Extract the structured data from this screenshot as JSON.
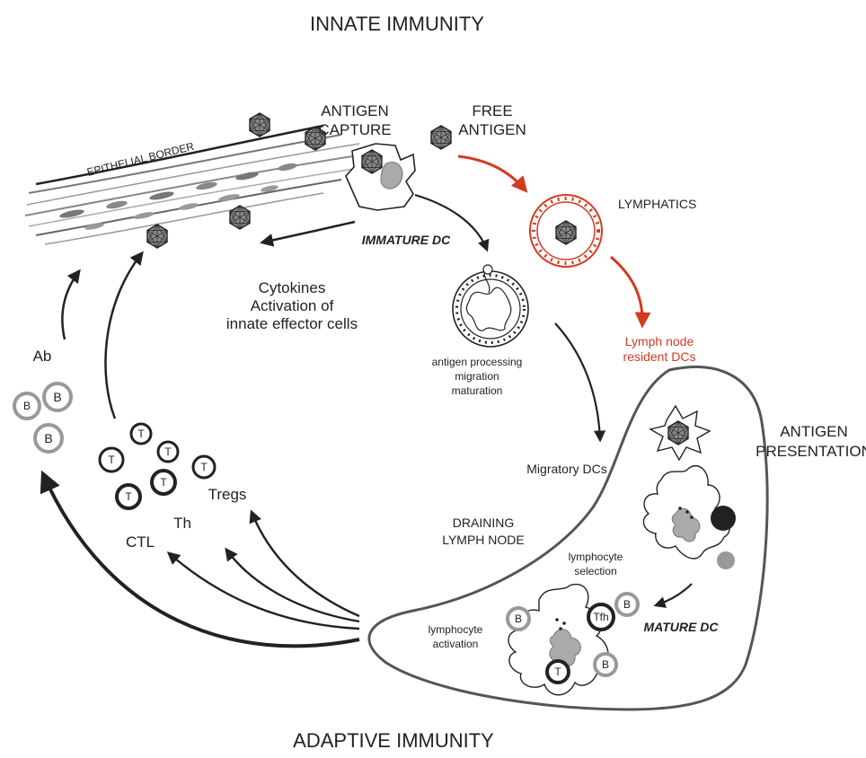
{
  "titles": {
    "top": "INNATE IMMUNITY",
    "bottom": "ADAPTIVE IMMUNITY"
  },
  "labels": {
    "epithelial_border": "EPITHELIAL BORDER",
    "antigen_capture": [
      "ANTIGEN",
      "CAPTURE"
    ],
    "free_antigen": [
      "FREE",
      "ANTIGEN"
    ],
    "lymphatics": "LYMPHATICS",
    "immature_dc": "IMMATURE DC",
    "cytokines": [
      "Cytokines",
      "Activation of",
      "innate effector cells"
    ],
    "antigen_processing": [
      "antigen processing",
      "migration",
      "maturation"
    ],
    "lymph_node_resident": [
      "Lymph node",
      "resident DCs"
    ],
    "antigen_presentation": [
      "ANTIGEN",
      "PRESENTATION"
    ],
    "migratory_dcs": "Migratory DCs",
    "draining_lymph_node": [
      "DRAINING",
      "LYMPH NODE"
    ],
    "lymphocyte_selection": [
      "lymphocyte",
      "selection"
    ],
    "lymphocyte_activation": [
      "lymphocyte",
      "activation"
    ],
    "mature_dc": "MATURE DC",
    "ab": "Ab",
    "ctl": "CTL",
    "th": "Th",
    "tregs": "Tregs",
    "tfh": "Tfh",
    "b": "B",
    "t": "T"
  },
  "colors": {
    "ink": "#222222",
    "red": "#d23a22",
    "grey": "#9a9a9a",
    "light_grey": "#c8c8c8"
  }
}
